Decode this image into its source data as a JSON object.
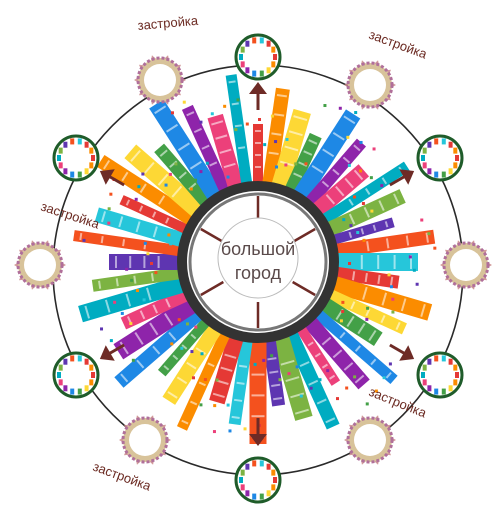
{
  "center": {
    "label_line1": "большой",
    "label_line2": "город"
  },
  "labels": {
    "top_left": "застройка",
    "top_right": "застройка",
    "mid_left": "застройка",
    "bottom_right": "застройка",
    "bottom_left": "застройка"
  },
  "colors": {
    "orbit": "#2a2a2a",
    "arrow": "#6e2b26",
    "ring_dark": "#3a3a3a",
    "ring_mid": "#6a6a6a",
    "spoke": "#6e2b26",
    "small_node_border": "#1f5c2a",
    "flower_petal": "#c98a8a",
    "flower_center_ring": "#d8c39a"
  },
  "icons": {
    "small_node": "settlement-node-icon",
    "flower_node": "development-flower-icon",
    "arrow": "outward-arrow-icon"
  }
}
